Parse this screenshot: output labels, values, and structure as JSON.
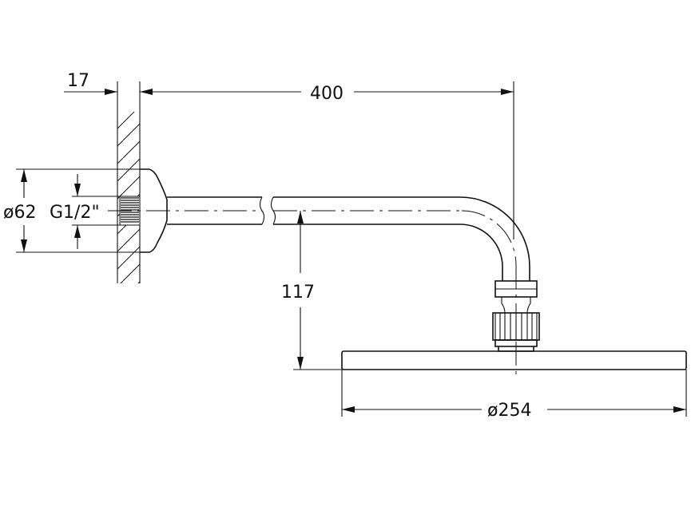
{
  "dimensions": {
    "wall_thickness": "17",
    "arm_length": "400",
    "flange_diameter": "ø62",
    "thread": "G1/2\"",
    "drop_height": "117",
    "head_diameter": "ø254"
  }
}
